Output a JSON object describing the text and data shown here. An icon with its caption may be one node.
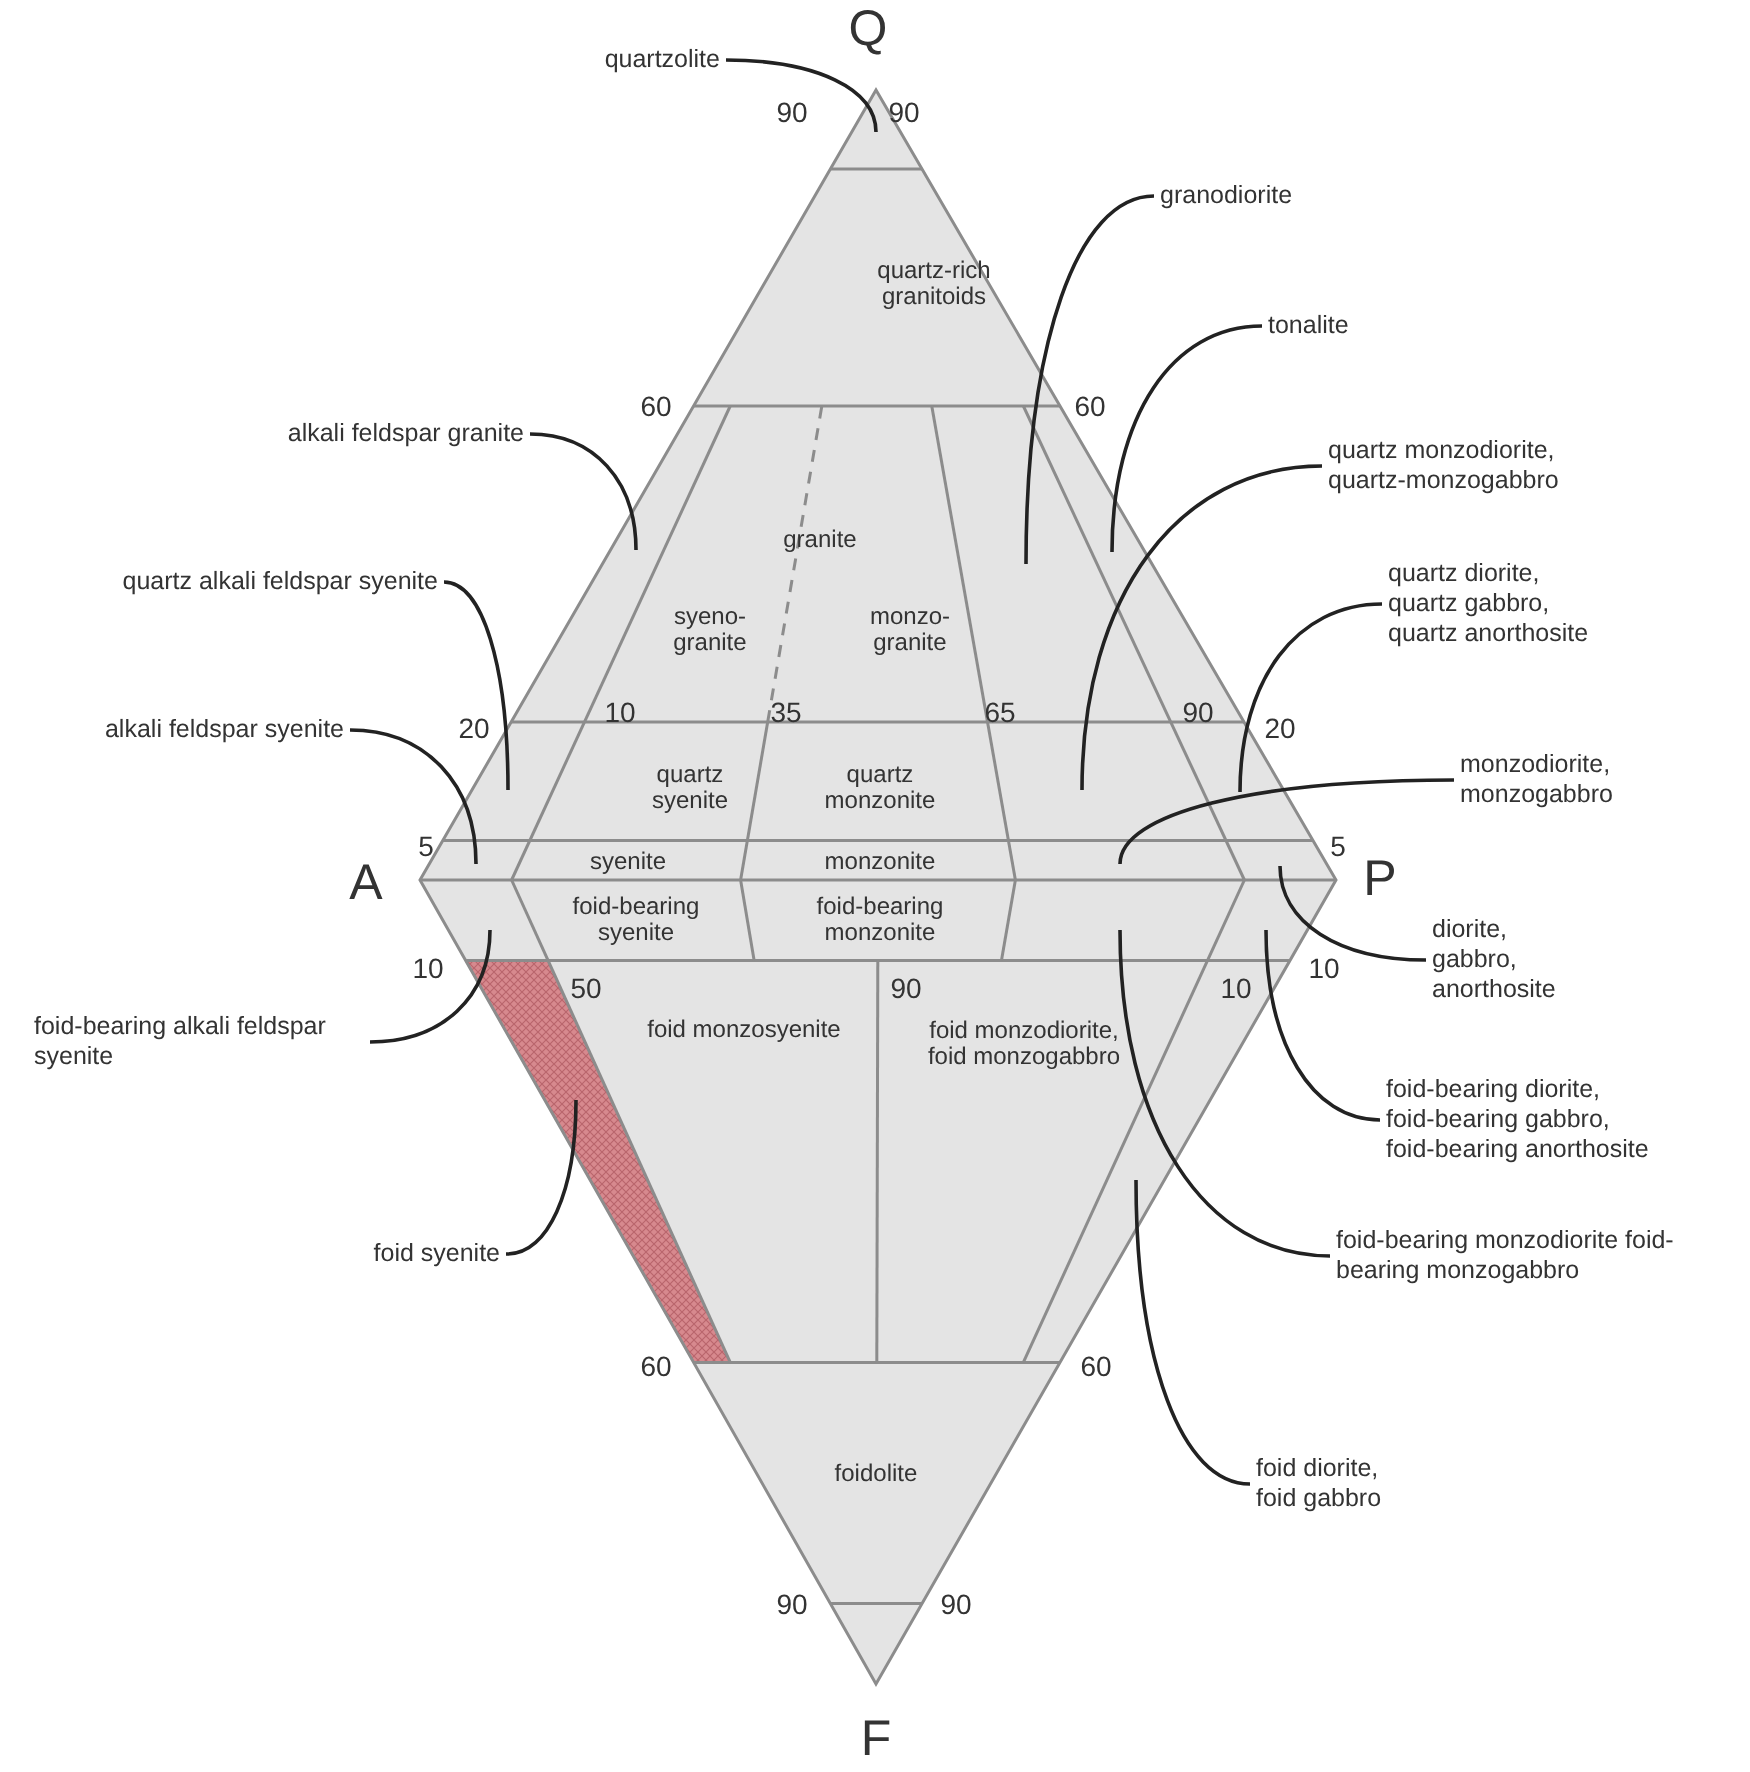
{
  "diagram": {
    "nodes": [
      {
        "text": [],
        "shape": "triangle"
      },
      {
        "text": [
          "quartz-rich granitoids"
        ]
      },
      {
        "text": [],
        "shape": "trapezoid"
      },
      {
        "text": [
          "granite"
        ]
      },
      {
        "text": [
          "syeno- granite"
        ],
        "in": 3
      },
      {
        "text": [
          "monzo- granite"
        ],
        "in": 3
      },
      {
        "text": [],
        "shape": "trapezoid"
      },
      {
        "text": [],
        "shape": "trapezoid"
      },
      {
        "text": [],
        "shape": "trapezoid"
      },
      {
        "text": [
          "quartz syenite"
        ]
      },
      {
        "text": [
          "quartz monzonite"
        ]
      },
      {
        "text": [],
        "shape": "trapezoid"
      },
      {
        "text": [],
        "shape": "trapezoid"
      },
      {
        "text": [],
        "shape": "trapezoid"
      },
      {
        "text": [
          "syenite"
        ]
      },
      {
        "text": [
          "monzonite"
        ]
      },
      {
        "text": [],
        "shape": "trapezoid"
      },
      {
        "text": [],
        "shape": "trapezoid"
      },
      {
        "text": [],
        "shape": "trapezoid"
      },
      {
        "text": [
          "foid-bearing syenite"
        ]
      },
      {
        "text": [
          "foid-bearing monzonite"
        ]
      },
      {
        "text": [],
        "shape": "trapezoid"
      },
      {
        "text": [],
        "shape": "trapezoid"
      },
      {
        "text": [],
        "shape": "trapezoid"
      },
      {
        "text": [
          "foid monzosyenite"
        ]
      },
      {
        "text": [
          "foid monzodiorite, foid monzogabbro"
        ]
      },
      {
        "text": [],
        "shape": "trapezoid"
      },
      {
        "text": [
          "foidolite"
        ]
      },
      {
        "text": [],
        "shape": "triangle"
      },
      {
        "text": [
          "quartzolite"
        ]
      },
      {
        "text": [
          "alkali feldspar granite"
        ]
      },
      {
        "text": [
          "granodiorite"
        ]
      },
      {
        "text": [
          "tonalite"
        ]
      },
      {
        "text": [
          "quartz monzodiorite, quartz-monzogabbro"
        ]
      },
      {
        "text": [
          "quartz alkali feldspar syenite"
        ]
      },
      {
        "text": [
          "quartz diorite, quartz gabbro, quartz anorthosite"
        ]
      },
      {
        "text": [
          "alkali feldspar syenite"
        ]
      },
      {
        "text": [
          "monzodiorite, monzogabbro"
        ]
      },
      {
        "text": [
          "diorite, gabbro, anorthosite"
        ]
      },
      {
        "text": [
          "foid-bearing alkali feldspar syenite"
        ]
      },
      {
        "text": [
          "foid-bearing diorite, foid-bearing gabbro, foid-bearing anorthosite"
        ]
      },
      {
        "text": [
          "foid syenite"
        ]
      },
      {
        "text": [
          "foid-bearing monzodiorite foid-bearing monzogabbro"
        ]
      },
      {
        "text": [
          "foid diorite, foid gabbro"
        ]
      }
    ],
    "edges": [
      {
        "from": 29,
        "to": 0,
        "arrow": "none"
      },
      {
        "from": 30,
        "to": 2,
        "arrow": "none"
      },
      {
        "from": 31,
        "to": 6,
        "arrow": "none"
      },
      {
        "from": 32,
        "to": 7,
        "arrow": "none"
      },
      {
        "from": 33,
        "to": 11,
        "arrow": "none"
      },
      {
        "from": 34,
        "to": 8,
        "arrow": "none"
      },
      {
        "from": 35,
        "to": 12,
        "arrow": "none"
      },
      {
        "from": 36,
        "to": 13,
        "arrow": "none"
      },
      {
        "from": 37,
        "to": 16,
        "arrow": "none"
      },
      {
        "from": 38,
        "to": 17,
        "arrow": "none"
      },
      {
        "from": 39,
        "to": 18,
        "arrow": "none"
      },
      {
        "from": 40,
        "to": 22,
        "arrow": "none"
      },
      {
        "from": 41,
        "to": 23,
        "arrow": "none"
      },
      {
        "from": 42,
        "to": 21,
        "arrow": "none"
      },
      {
        "from": 43,
        "to": 26,
        "arrow": "none"
      }
    ],
    "labels": [
      "Q",
      "90",
      "90",
      "60",
      "60",
      "20",
      "10",
      "35",
      "65",
      "90",
      "20",
      "5",
      "5",
      "A",
      "P",
      "10",
      "10",
      "50",
      "90",
      "10",
      "60",
      "60",
      "90",
      "90",
      "F"
    ]
  }
}
